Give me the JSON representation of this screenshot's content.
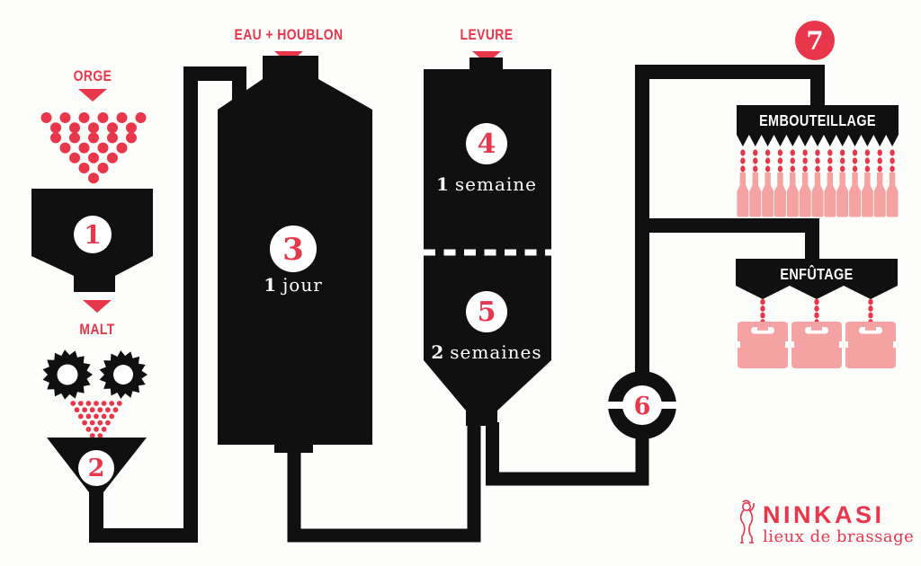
{
  "background": "#fdfdfb",
  "colors": {
    "red": "#e8364a",
    "pink": "#f5a3a2",
    "ink": "#101010",
    "white": "#ffffff"
  },
  "inputs": {
    "orge": "ORGE",
    "malt": "MALT",
    "eau_houblon": "EAU + HOUBLON",
    "levure": "LEVURE"
  },
  "steps": [
    {
      "number": "1"
    },
    {
      "number": "2"
    },
    {
      "number": "3",
      "duration_value": "1",
      "duration_unit": "jour"
    },
    {
      "number": "4",
      "duration_value": "1",
      "duration_unit": "semaine"
    },
    {
      "number": "5",
      "duration_value": "2",
      "duration_unit": "semaines"
    },
    {
      "number": "6"
    },
    {
      "number": "7"
    }
  ],
  "outputs": {
    "bottling": {
      "label": "EMBOUTEILLAGE",
      "bottle_count": 13,
      "drops_per_bottle": 3
    },
    "kegging": {
      "label": "ENFÛTAGE",
      "keg_count": 3,
      "drops_per_keg": 4
    }
  },
  "brand": {
    "name": "NINKASI",
    "tagline": "lieux de brassage"
  }
}
